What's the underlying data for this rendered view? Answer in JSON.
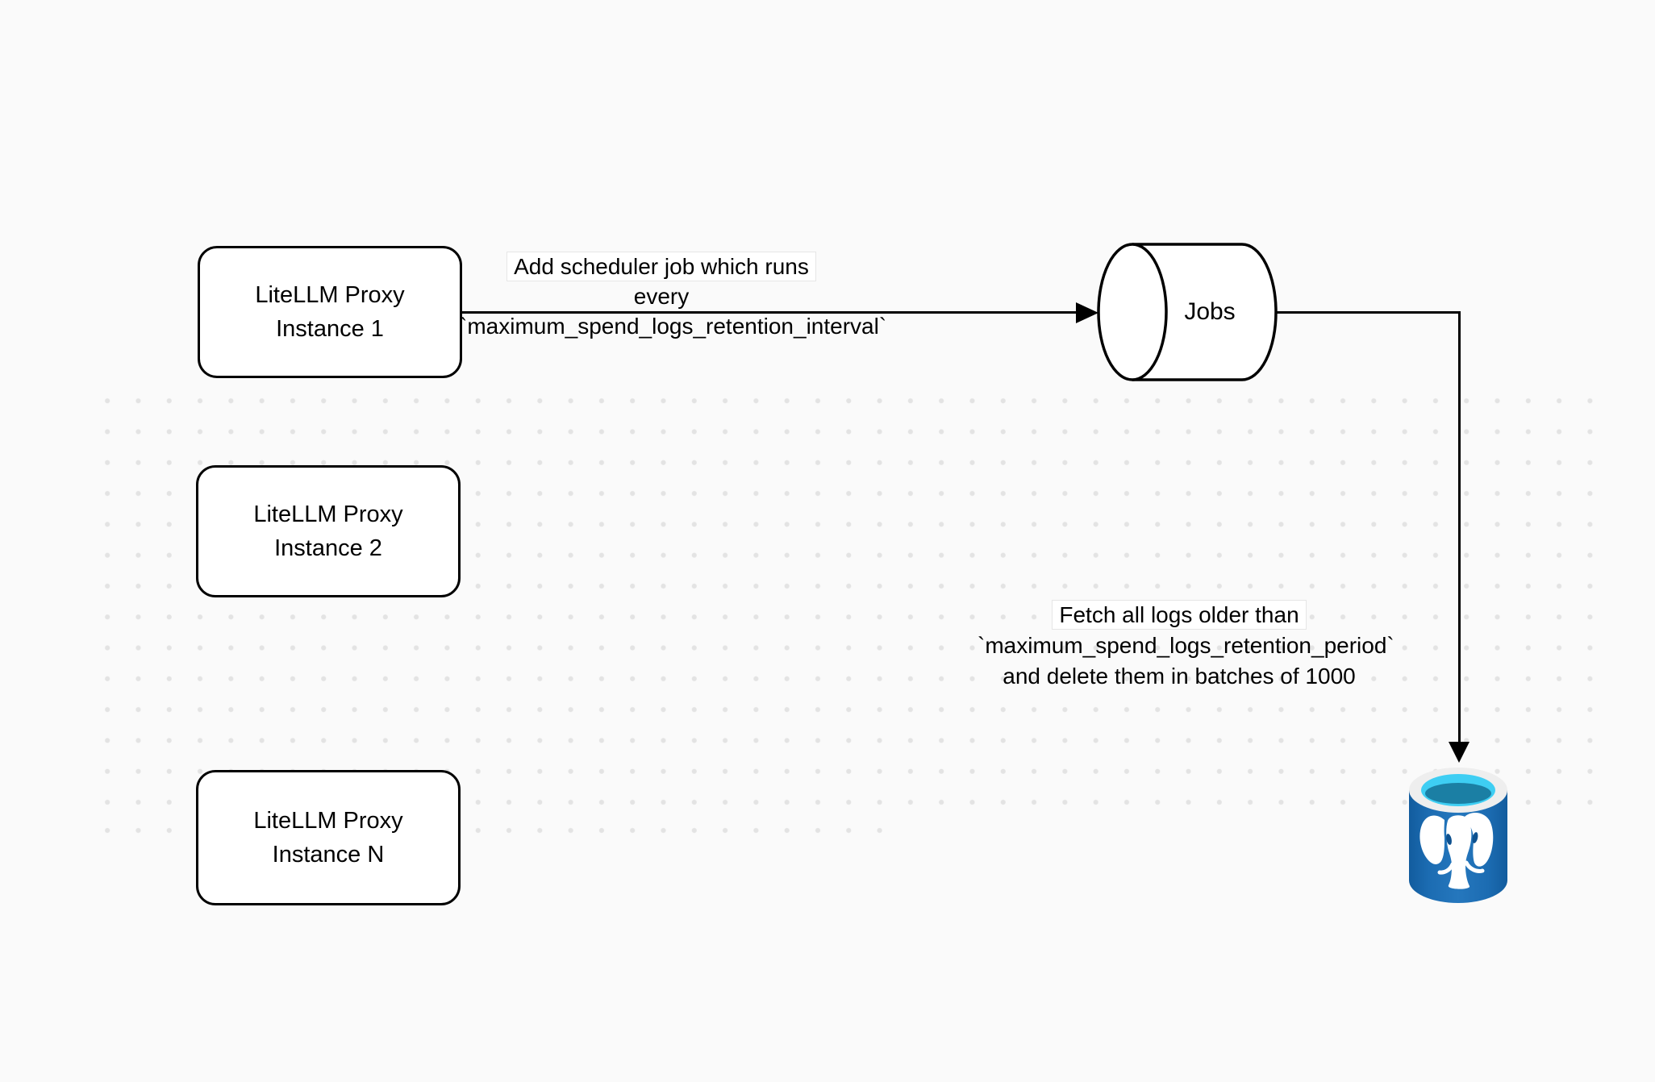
{
  "diagram": {
    "background_color": "#fafafa",
    "dot_color": "#e3e3e3",
    "stroke_color": "#000000"
  },
  "nodes": {
    "instance_1": {
      "line1": "LiteLLM Proxy",
      "line2": "Instance 1"
    },
    "instance_2": {
      "line1": "LiteLLM Proxy",
      "line2": "Instance 2"
    },
    "instance_n": {
      "line1": "LiteLLM Proxy",
      "line2": "Instance N"
    },
    "jobs": {
      "label": "Jobs"
    },
    "database": {
      "icon": "postgresql-database-icon",
      "colors": {
        "body_dark": "#125c9e",
        "body_light": "#2577bd",
        "rim": "#eeeeee",
        "opening": "#3ecef3",
        "liquid": "#1b7fa4",
        "elephant": "#ffffff",
        "eye": "#0e518f"
      }
    }
  },
  "edges": {
    "scheduler": {
      "line1": "Add scheduler job which runs",
      "line2": "every `maximum_spend_logs_retention_interval`"
    },
    "fetch": {
      "line1": "Fetch all logs older than",
      "line2": "`maximum_spend_logs_retention_period`",
      "line3": "and delete them in batches of 1000"
    }
  }
}
